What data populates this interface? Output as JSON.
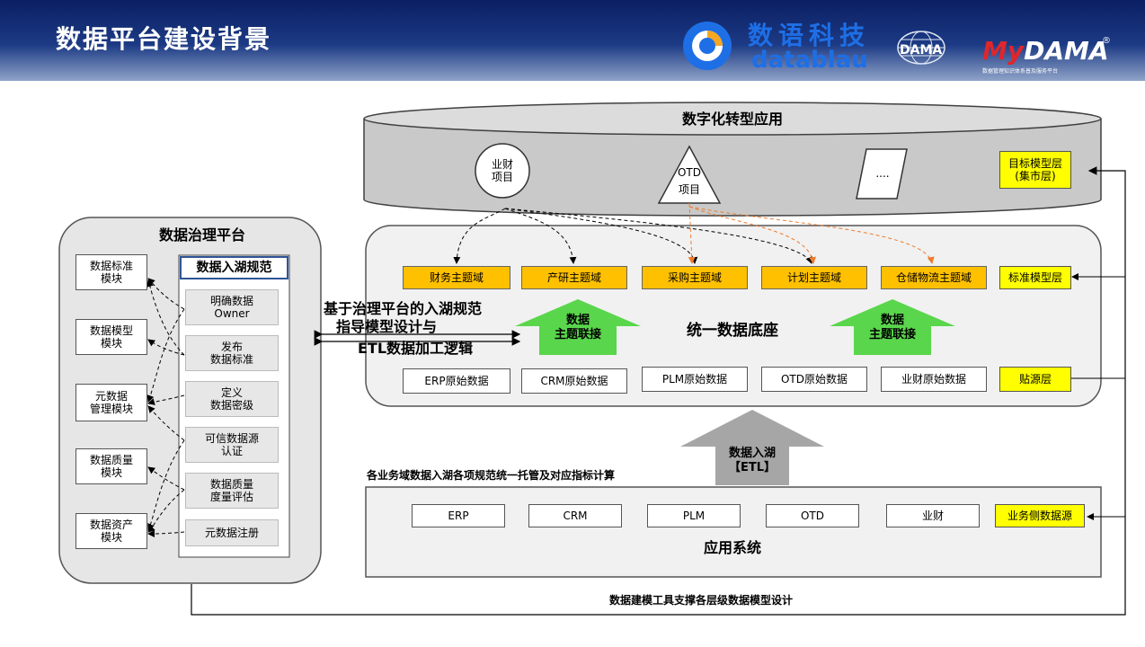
{
  "header": {
    "title": "数据平台建设背景",
    "brand_cn": "数语科技",
    "brand_en": "datablau",
    "dama": "DAMA",
    "mydama_my": "My",
    "mydama_dama": "DAMA",
    "mydama_reg": "®",
    "mydama_sub": "数据管理知识体系普及服务平台"
  },
  "top_cylinder": {
    "title": "数字化转型应用",
    "circle_label": "业财\n项目",
    "triangle_top": "OTD",
    "triangle_bottom": "项目",
    "ellipsis_label": "....",
    "target_layer": "目标模型层\n(集市层)"
  },
  "governance": {
    "title": "数据治理平台",
    "modules": [
      "数据标准\n模块",
      "数据模型\n模块",
      "元数据\n管理模块",
      "数据质量\n模块",
      "数据资产\n模块"
    ],
    "lake_rules": {
      "title": "数据入湖规范",
      "items": [
        "明确数据\nOwner",
        "发布\n数据标准",
        "定义\n数据密级",
        "可信数据源\n认证",
        "数据质量\n度量评估",
        "元数据注册"
      ]
    }
  },
  "middle_text": {
    "line1": "基于治理平台的入湖规范",
    "line2": "指导模型设计与",
    "line3": "ETL数据加工逻辑"
  },
  "base": {
    "title": "统一数据底座",
    "domains": [
      "财务主题域",
      "产研主题域",
      "采购主题域",
      "计划主题域",
      "仓储物流主题域"
    ],
    "standard_layer": "标准模型层",
    "link_arrow": "数据\n主题联接",
    "raw": [
      "ERP原始数据",
      "CRM原始数据",
      "PLM原始数据",
      "OTD原始数据",
      "业财原始数据"
    ],
    "source_layer": "贴源层"
  },
  "ingest_arrow": {
    "label": "数据入湖\n【ETL】"
  },
  "ingest_note": "各业务域数据入湖各项规范统一托管及对应指标计算",
  "apps": {
    "title": "应用系统",
    "items": [
      "ERP",
      "CRM",
      "PLM",
      "OTD",
      "业财"
    ],
    "biz_source": "业务侧数据源"
  },
  "bottom_note": "数据建模工具支撑各层级数据模型设计",
  "colors": {
    "header_dark": "#0b1f63",
    "domain_orange": "#ffc000",
    "layer_yellow": "#ffff00",
    "green_arrow": "#5ad64c",
    "gray_arrow": "#a6a6a6",
    "dash_orange": "#ed7d31"
  }
}
